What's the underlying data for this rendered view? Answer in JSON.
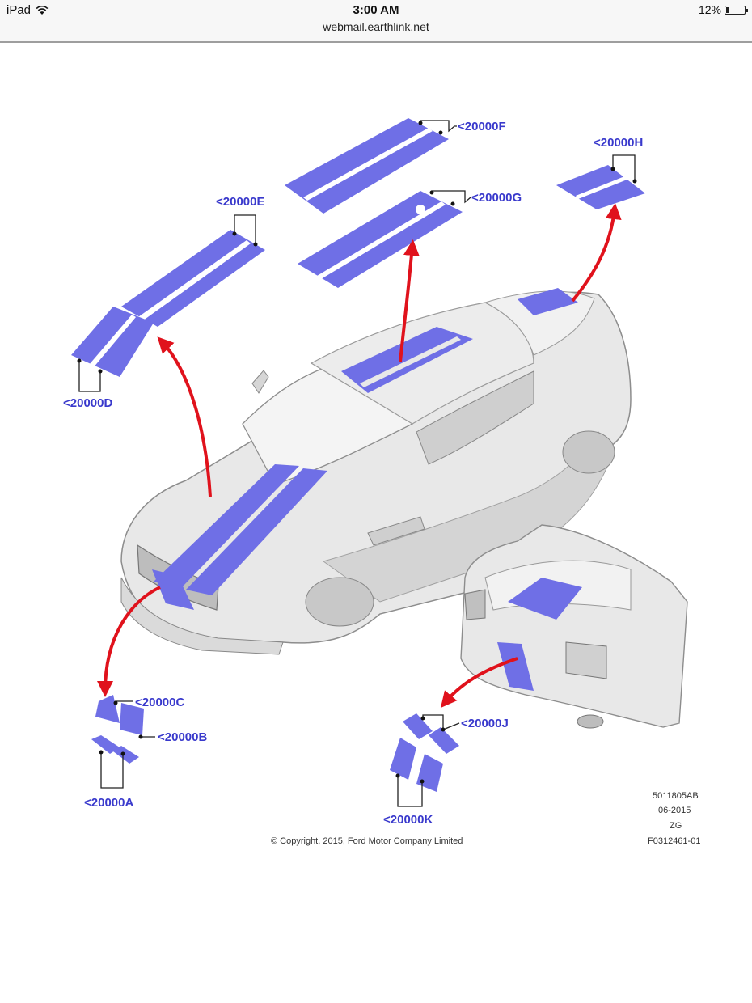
{
  "status_bar": {
    "device": "iPad",
    "time": "3:00 AM",
    "url": "webmail.earthlink.net",
    "battery_percent": "12%",
    "battery_level": 0.12,
    "wifi_icon": "wifi-icon",
    "battery_icon": "battery-icon"
  },
  "colors": {
    "stripe": "#6f6fe6",
    "stripe_dark": "#5555cc",
    "callout_text": "#3939cc",
    "arrow": "#e0121c",
    "body_gray": "#e6e6e6"
  },
  "diagram": {
    "callouts": {
      "a": "<20000A",
      "b": "<20000B",
      "c": "<20000C",
      "d": "<20000D",
      "e": "<20000E",
      "f": "<20000F",
      "g": "<20000G",
      "h": "<20000H",
      "j": "<20000J",
      "k": "<20000K"
    },
    "meta": {
      "part_code": "5011805AB",
      "date": "06-2015",
      "zone": "ZG",
      "figure_id": "F0312461-01"
    },
    "copyright": "© Copyright, 2015, Ford Motor Company Limited"
  }
}
